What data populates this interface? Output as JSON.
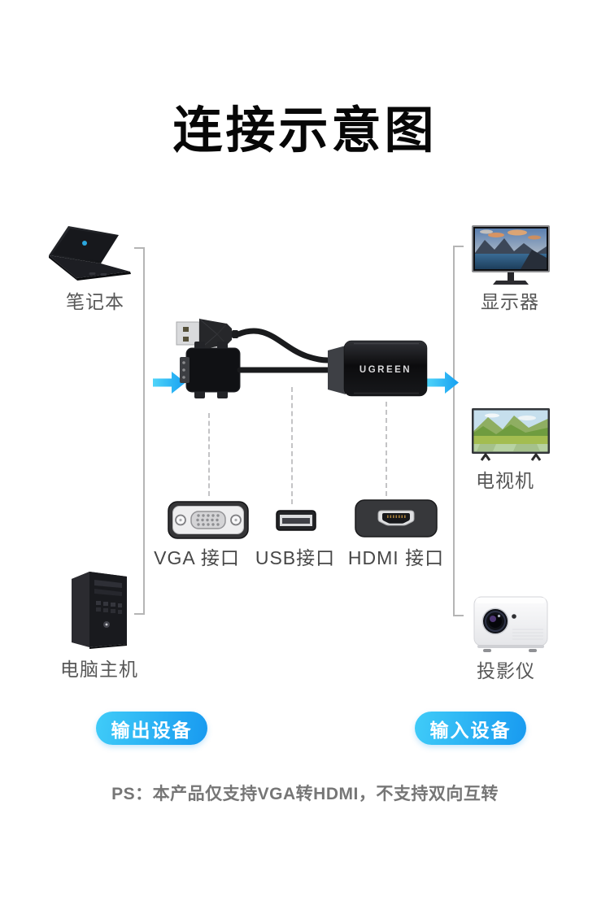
{
  "page": {
    "title": "连接示意图",
    "note": "PS：本产品仅支持VGA转HDMI，不支持双向互转",
    "background": "#ffffff"
  },
  "product": {
    "brand": "UGREEN",
    "description_icons": [
      "usb-plug-icon",
      "vga-plug-icon",
      "converter-box-icon"
    ]
  },
  "output_side": {
    "badge_label": "输出设备",
    "devices": [
      {
        "label": "笔记本",
        "icon": "laptop-illustration"
      },
      {
        "label": "电脑主机",
        "icon": "desktop-tower-illustration"
      }
    ]
  },
  "input_side": {
    "badge_label": "输入设备",
    "devices": [
      {
        "label": "显示器",
        "icon": "monitor-illustration"
      },
      {
        "label": "电视机",
        "icon": "tv-illustration"
      },
      {
        "label": "投影仪",
        "icon": "projector-illustration"
      }
    ]
  },
  "connectors": [
    {
      "label": "VGA 接口",
      "icon": "vga-port-icon"
    },
    {
      "label": "USB接口",
      "icon": "usb-port-icon"
    },
    {
      "label": "HDMI 接口",
      "icon": "hdmi-port-icon"
    }
  ],
  "colors": {
    "badge_gradient_start": "#40ccf8",
    "badge_gradient_end": "#189af0",
    "arrow_gradient_start": "#4fd4f9",
    "arrow_gradient_end": "#17a0f1",
    "bracket_gray": "#b5b5b5",
    "device_label_gray": "#575757",
    "connector_label_gray": "#474747",
    "note_gray": "#767676"
  }
}
